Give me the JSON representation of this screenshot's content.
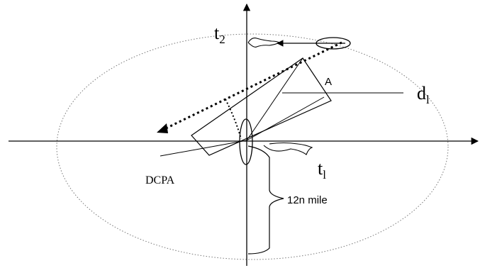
{
  "labels": {
    "t2": "t",
    "t2_sub": "2",
    "a": "A",
    "d1": "d",
    "d1_sub": "l",
    "t1": "t",
    "t1_sub": "l",
    "dcpa": "DCPA",
    "range": "12n mile"
  },
  "colors": {
    "ink": "#000000",
    "dotted_circle": "#777777",
    "background": "#ffffff"
  }
}
